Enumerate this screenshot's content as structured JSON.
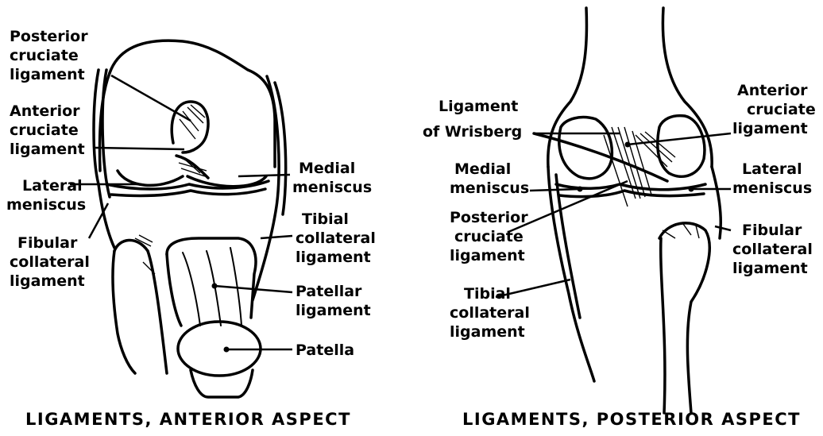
{
  "anterior": {
    "caption": "LIGAMENTS, ANTERIOR ASPECT",
    "labels": {
      "posterior_cruciate": [
        "Posterior",
        "cruciate",
        "ligament"
      ],
      "anterior_cruciate": [
        "Anterior",
        "cruciate",
        "ligament"
      ],
      "lateral_meniscus": [
        "Lateral",
        "meniscus"
      ],
      "fibular_collateral": [
        "Fibular",
        "collateral",
        "ligament"
      ],
      "medial_meniscus": [
        "Medial",
        "meniscus"
      ],
      "tibial_collateral": [
        "Tibial",
        "collateral",
        "ligament"
      ],
      "patellar_ligament": [
        "Patellar",
        "ligament"
      ],
      "patella": [
        "Patella"
      ]
    }
  },
  "posterior": {
    "caption": "LIGAMENTS, POSTERIOR ASPECT",
    "labels": {
      "ligament_of_wrisberg": [
        "Ligament",
        "of Wrisberg"
      ],
      "medial_meniscus": [
        "Medial",
        "meniscus"
      ],
      "posterior_cruciate": [
        "Posterior",
        "cruciate",
        "ligament"
      ],
      "tibial_collateral": [
        "Tibial",
        "collateral",
        "ligament"
      ],
      "anterior_cruciate": [
        "Anterior",
        "cruciate",
        "ligament"
      ],
      "lateral_meniscus": [
        "Lateral",
        "meniscus"
      ],
      "fibular_collateral": [
        "Fibular",
        "collateral",
        "ligament"
      ]
    }
  }
}
